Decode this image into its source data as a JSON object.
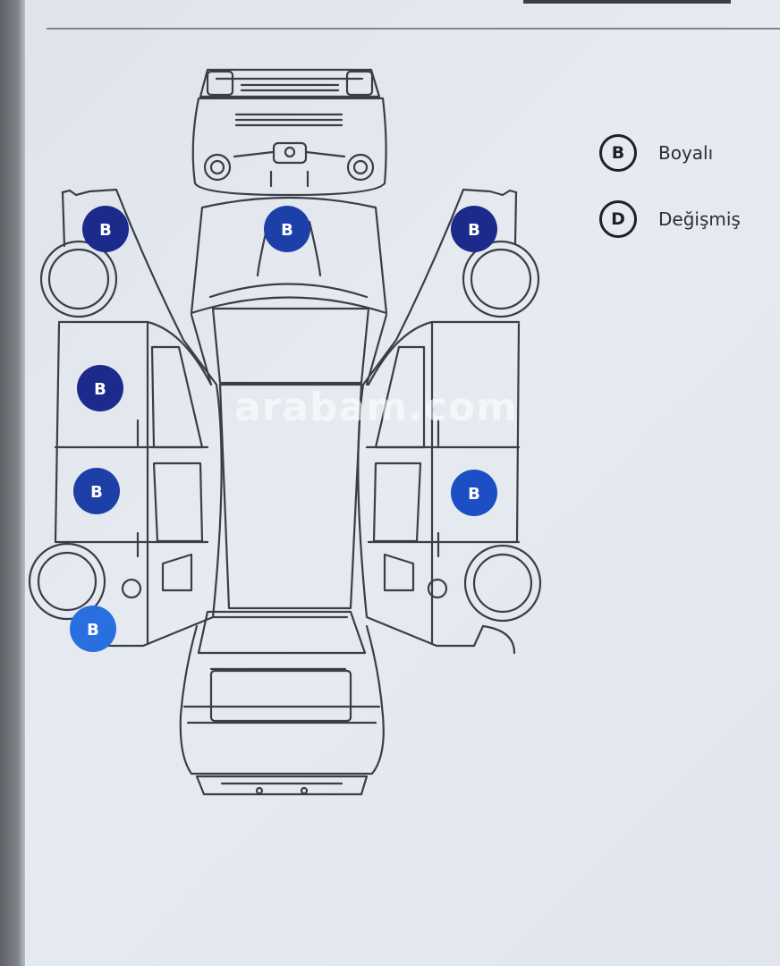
{
  "legend": {
    "painted": {
      "symbol": "B",
      "label": "Boyalı"
    },
    "replaced": {
      "symbol": "D",
      "label": "Değişmiş"
    }
  },
  "markers": [
    {
      "part": "left-front-fender",
      "symbol": "B"
    },
    {
      "part": "hood",
      "symbol": "B"
    },
    {
      "part": "right-front-fender",
      "symbol": "B"
    },
    {
      "part": "left-front-door",
      "symbol": "B"
    },
    {
      "part": "left-rear-door",
      "symbol": "B"
    },
    {
      "part": "right-rear-door",
      "symbol": "B"
    },
    {
      "part": "left-rear-fender",
      "symbol": "B"
    }
  ],
  "watermark": "arabam.com",
  "colors": {
    "marker_dark": "#1c2a8c",
    "marker_mid": "#1d3fa8",
    "marker_light": "#2a6fe0",
    "outline": "#3a3e47"
  }
}
